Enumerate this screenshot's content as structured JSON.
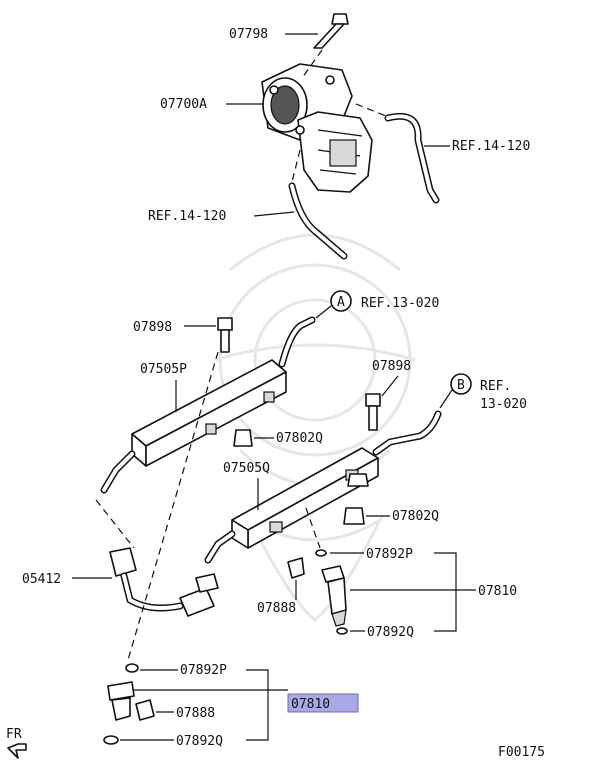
{
  "labels": {
    "l07798": "07798",
    "l07700A": "07700A",
    "ref14_top": "REF.14-120",
    "ref14_left": "REF.14-120",
    "circleA": "A",
    "refA": "REF.13-020",
    "l07898_a": "07898",
    "l07505P": "07505P",
    "l07898_b": "07898",
    "circleB": "B",
    "refB_1": "REF.",
    "refB_2": "13-020",
    "l07802Q_a": "07802Q",
    "l07505Q": "07505Q",
    "l07802Q_b": "07802Q",
    "l07892P_a": "07892P",
    "l05412": "05412",
    "l07810_a": "07810",
    "l07888_a": "07888",
    "l07892Q_a": "07892Q",
    "l07892P_b": "07892P",
    "l07810_b": "07810",
    "l07888_b": "07888",
    "l07892Q_b": "07892Q",
    "fr": "FR",
    "figcode": "F00175"
  },
  "colors": {
    "highlight": "#a9a9e6",
    "line": "#111111"
  }
}
